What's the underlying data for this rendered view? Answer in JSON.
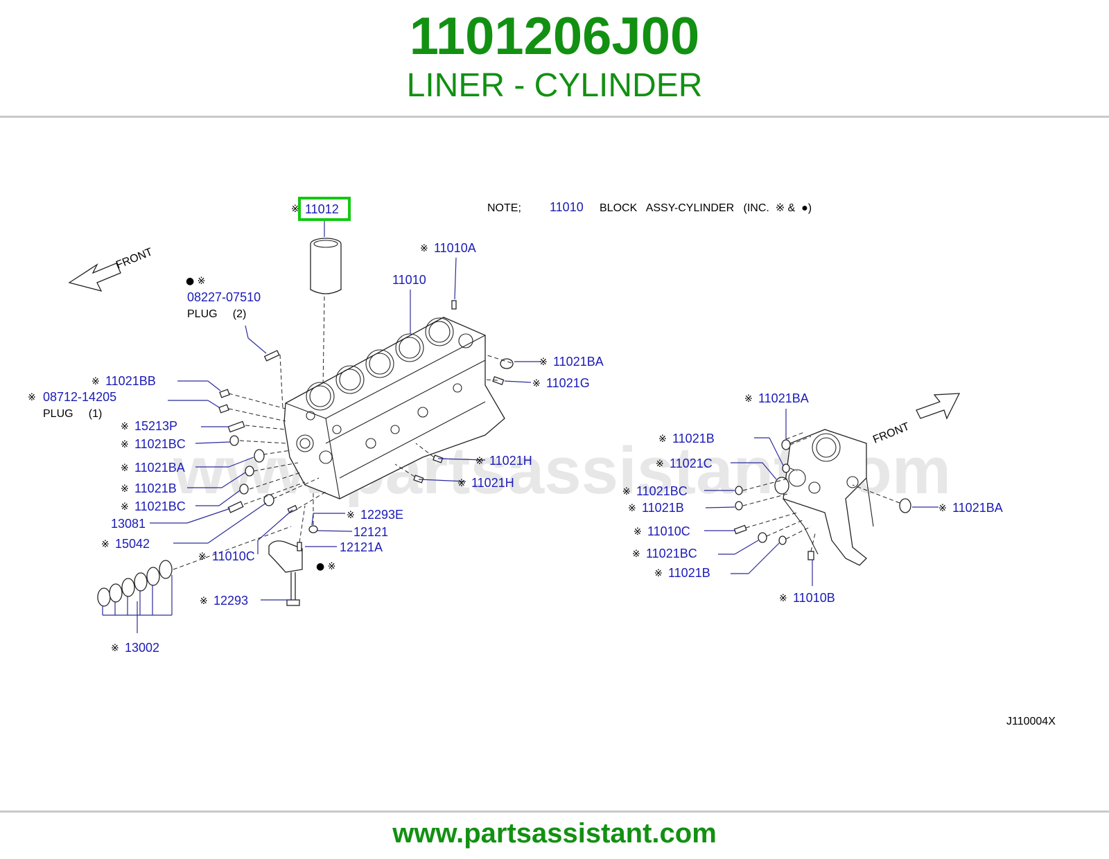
{
  "header": {
    "part_number": "1101206J00",
    "part_name": "LINER - CYLINDER"
  },
  "footer": {
    "url": "www.partsassistant.com"
  },
  "diagram": {
    "watermark": "www.partsassistant.com",
    "ref_code": "J110004X",
    "note": {
      "prefix": "NOTE;",
      "part": "11010",
      "text": "BLOCK   ASSY-CYLINDER   (INC.  ※ &  ●)"
    },
    "front_labels": [
      "FRONT",
      "FRONT"
    ],
    "highlighted_part": "11012",
    "symbols": {
      "kome": "※",
      "dot": "●",
      "dot_kome": "● ※"
    },
    "plug_labels": {
      "plug2": "PLUG     (2)",
      "plug1": "PLUG     (1)"
    },
    "parts_left": [
      {
        "mark": "※",
        "code": "11010A"
      },
      {
        "mark": "",
        "code": "11010"
      },
      {
        "mark": "● ※",
        "code": "08227-07510"
      },
      {
        "mark": "※",
        "code": "11021BA"
      },
      {
        "mark": "※",
        "code": "11021G"
      },
      {
        "mark": "※",
        "code": "11021BB"
      },
      {
        "mark": "※",
        "code": "08712-14205"
      },
      {
        "mark": "※",
        "code": "15213P"
      },
      {
        "mark": "※",
        "code": "11021BC"
      },
      {
        "mark": "※",
        "code": "11021BA"
      },
      {
        "mark": "※",
        "code": "11021B"
      },
      {
        "mark": "※",
        "code": "11021BC"
      },
      {
        "mark": "",
        "code": "13081"
      },
      {
        "mark": "※",
        "code": "15042"
      },
      {
        "mark": "※",
        "code": "11021H"
      },
      {
        "mark": "※",
        "code": "11021H"
      },
      {
        "mark": "※",
        "code": "12293E"
      },
      {
        "mark": "",
        "code": "12121"
      },
      {
        "mark": "",
        "code": "12121A"
      },
      {
        "mark": "※",
        "code": "11010C"
      },
      {
        "mark": "※",
        "code": "12293"
      },
      {
        "mark": "※",
        "code": "13002"
      }
    ],
    "parts_right": [
      {
        "mark": "※",
        "code": "11021BA"
      },
      {
        "mark": "※",
        "code": "11021B"
      },
      {
        "mark": "※",
        "code": "11021C"
      },
      {
        "mark": "※",
        "code": "11021BC"
      },
      {
        "mark": "※",
        "code": "11021B"
      },
      {
        "mark": "※",
        "code": "11021BA"
      },
      {
        "mark": "※",
        "code": "11010C"
      },
      {
        "mark": "※",
        "code": "11021BC"
      },
      {
        "mark": "※",
        "code": "11021B"
      },
      {
        "mark": "※",
        "code": "11010B"
      }
    ]
  }
}
